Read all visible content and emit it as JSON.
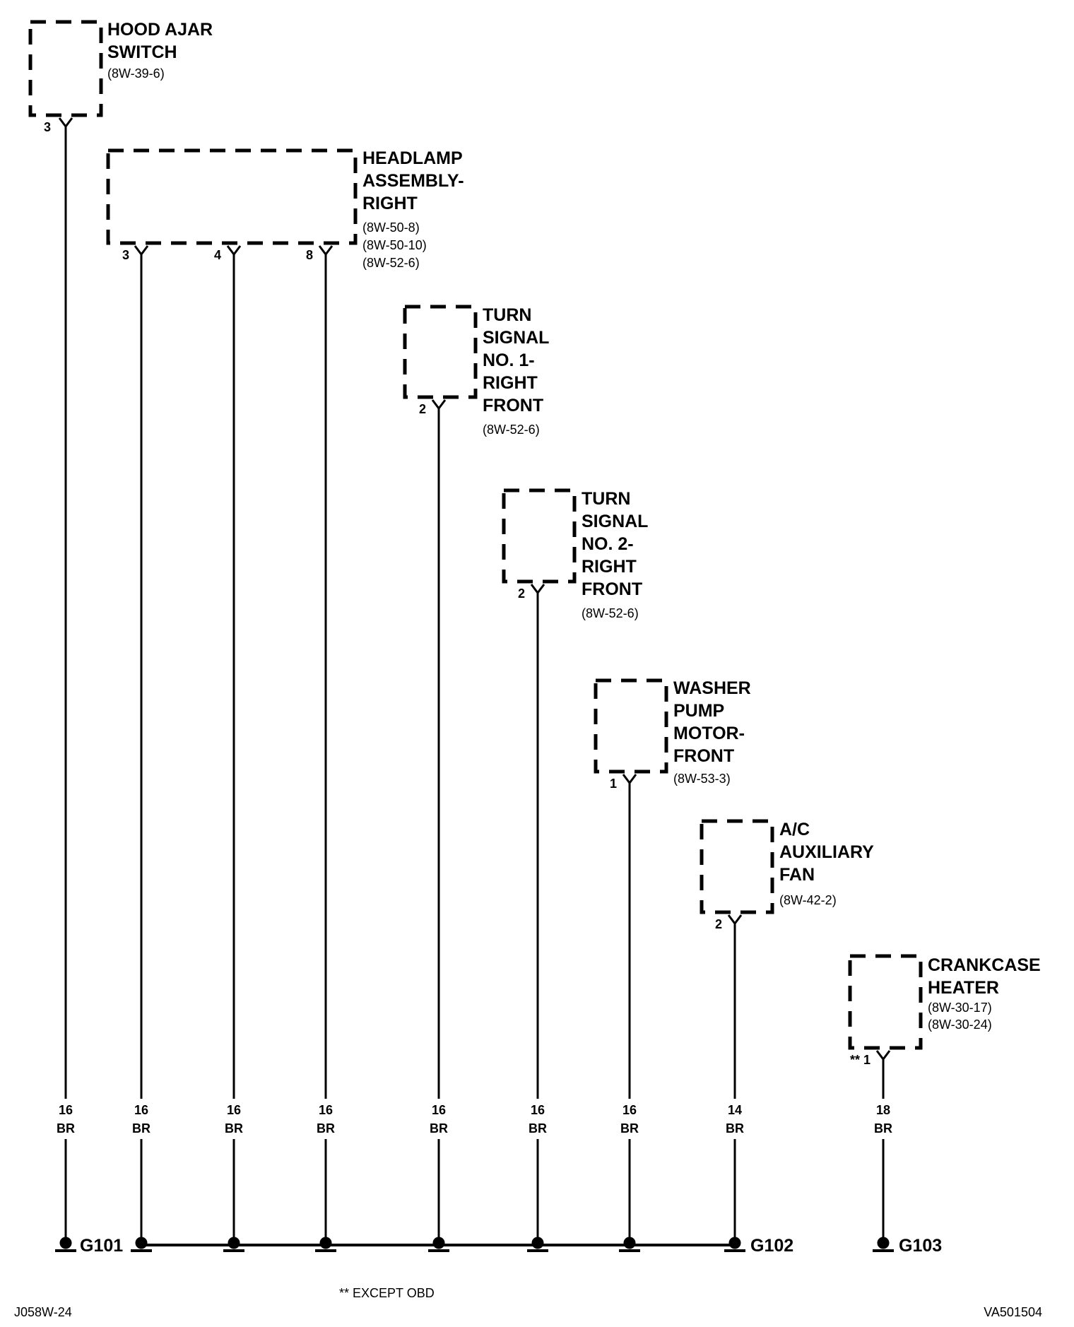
{
  "components": [
    {
      "name": "hood-ajar-switch",
      "lines": [
        "HOOD AJAR",
        "SWITCH"
      ],
      "refs": [
        "(8W-39-6)"
      ],
      "pins": [
        "3"
      ]
    },
    {
      "name": "headlamp-assembly-right",
      "lines": [
        "HEADLAMP",
        "ASSEMBLY-",
        "RIGHT"
      ],
      "refs": [
        "(8W-50-8)",
        "(8W-50-10)",
        "(8W-52-6)"
      ],
      "pins": [
        "3",
        "4",
        "8"
      ]
    },
    {
      "name": "turn-signal-1-right-front",
      "lines": [
        "TURN",
        "SIGNAL",
        "NO. 1-",
        "RIGHT",
        "FRONT"
      ],
      "refs": [
        "(8W-52-6)"
      ],
      "pins": [
        "2"
      ]
    },
    {
      "name": "turn-signal-2-right-front",
      "lines": [
        "TURN",
        "SIGNAL",
        "NO. 2-",
        "RIGHT",
        "FRONT"
      ],
      "refs": [
        "(8W-52-6)"
      ],
      "pins": [
        "2"
      ]
    },
    {
      "name": "washer-pump-motor-front",
      "lines": [
        "WASHER",
        "PUMP",
        "MOTOR-",
        "FRONT"
      ],
      "refs": [
        "(8W-53-3)"
      ],
      "pins": [
        "1"
      ]
    },
    {
      "name": "ac-auxiliary-fan",
      "lines": [
        "A/C",
        "AUXILIARY",
        "FAN"
      ],
      "refs": [
        "(8W-42-2)"
      ],
      "pins": [
        "2"
      ]
    },
    {
      "name": "crankcase-heater",
      "lines": [
        "CRANKCASE",
        "HEATER"
      ],
      "refs": [
        "(8W-30-17)",
        "(8W-30-24)"
      ],
      "pins": [
        "** 1"
      ]
    }
  ],
  "wires": [
    {
      "gauge": "16",
      "color": "BR"
    },
    {
      "gauge": "16",
      "color": "BR"
    },
    {
      "gauge": "16",
      "color": "BR"
    },
    {
      "gauge": "16",
      "color": "BR"
    },
    {
      "gauge": "16",
      "color": "BR"
    },
    {
      "gauge": "16",
      "color": "BR"
    },
    {
      "gauge": "16",
      "color": "BR"
    },
    {
      "gauge": "14",
      "color": "BR"
    },
    {
      "gauge": "18",
      "color": "BR"
    }
  ],
  "grounds": [
    "G101",
    "G102",
    "G103"
  ],
  "footnote": "** EXCEPT OBD",
  "footer_left": "J058W-24",
  "footer_right": "VA501504"
}
